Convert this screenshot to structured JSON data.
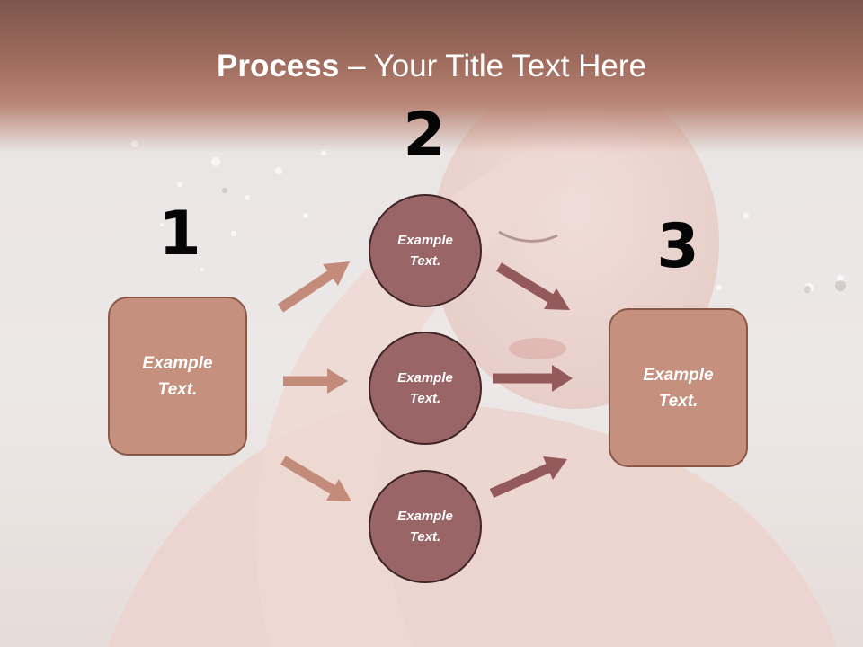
{
  "title": {
    "bold": "Process",
    "rest": " – Your Title Text Here"
  },
  "numbers": [
    "1",
    "2",
    "3"
  ],
  "left_box": {
    "line1": "Example",
    "line2": "Text."
  },
  "right_box": {
    "line1": "Example",
    "line2": "Text."
  },
  "circles": [
    {
      "line1": "Example",
      "line2": "Text."
    },
    {
      "line1": "Example",
      "line2": "Text."
    },
    {
      "line1": "Example",
      "line2": "Text."
    }
  ],
  "colors": {
    "box_fill": "#c5907d",
    "circle_fill": "#9a6566",
    "arrow_light": "#c38b79",
    "arrow_dark": "#93595b",
    "title_band": "#a36f60"
  }
}
